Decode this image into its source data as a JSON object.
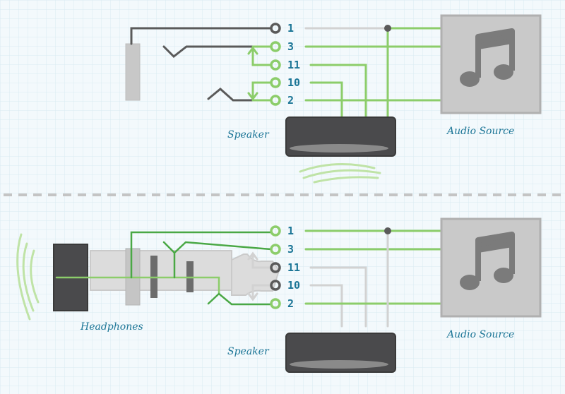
{
  "colors": {
    "green": "#8ccd6a",
    "dark_green": "#4aa845",
    "gray": "#5a5a5a",
    "light_gray": "#cfcfcf",
    "text": "#1b7596"
  },
  "top": {
    "pins": [
      "1",
      "3",
      "11",
      "10",
      "2"
    ],
    "speaker_label": "Speaker",
    "source_label": "Audio Source",
    "source_icon": "music-note-icon"
  },
  "bottom": {
    "pins": [
      "1",
      "3",
      "11",
      "10",
      "2"
    ],
    "speaker_label": "Speaker",
    "source_label": "Audio Source",
    "source_icon": "music-note-icon",
    "headphones_label": "Headphones"
  }
}
